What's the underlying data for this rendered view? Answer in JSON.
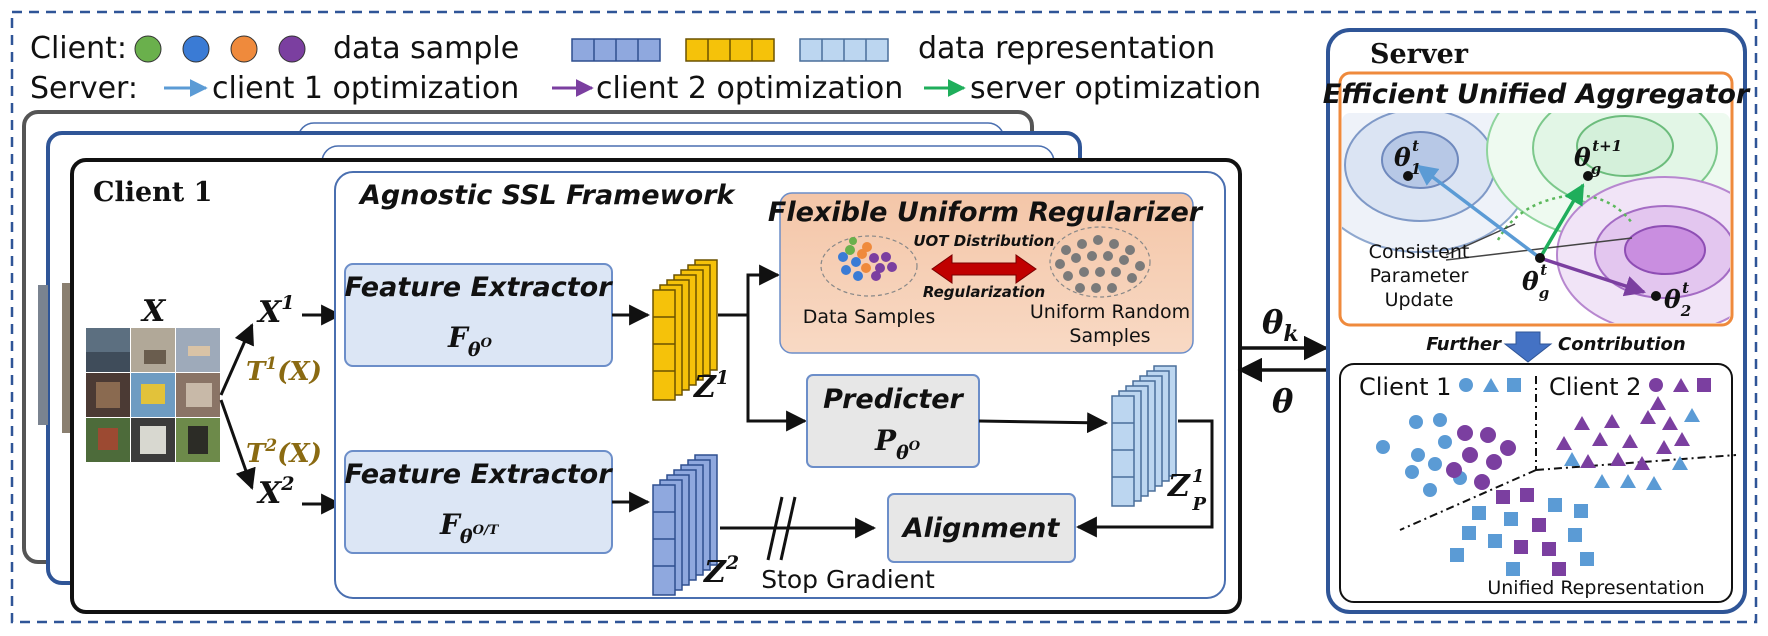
{
  "legend": {
    "client_label": "Client:",
    "sample_text": "data sample",
    "representation_text": "data representation",
    "server_label": "Server:",
    "opt1_text": "client 1 optimization",
    "opt2_text": "client 2 optimization",
    "opt3_text": "server optimization",
    "sample_colors": [
      "#6ab04c",
      "#3a7bd5",
      "#ef8a3c",
      "#7b3fa0"
    ],
    "rep_colors": [
      "#8fa8de",
      "#f5c20a",
      "#bcd6f0"
    ],
    "arrow_colors": [
      "#5b9bd5",
      "#7b3fa0",
      "#1fae5b"
    ]
  },
  "client": {
    "title": "Client 1",
    "x_label": "X",
    "x1_label": "X",
    "x1_sup": "1",
    "x2_label": "X",
    "x2_sup": "2",
    "t1_text": "T",
    "t1_sup": "1",
    "t1_arg": "(X)",
    "t2_text": "T",
    "t2_sup": "2",
    "t2_arg": "(X)",
    "framework_title": "Agnostic SSL Framework",
    "fe1_title": "Feature Extractor",
    "fe1_formula": "F",
    "fe1_sub": "θ",
    "fe1_subsup": "O",
    "fe2_title": "Feature Extractor",
    "fe2_formula": "F",
    "fe2_sub": "θ",
    "fe2_subsup": "O/T",
    "z1_label": "Z",
    "z1_sup": "1",
    "z2_label": "Z",
    "z2_sup": "2",
    "zp_label": "Z",
    "zp_sup": "1",
    "zp_sub": "P",
    "predicter_title": "Predicter",
    "predicter_formula": "P",
    "predicter_sub": "θ",
    "predicter_subsup": "O",
    "alignment_title": "Alignment",
    "stop_gradient": "Stop Gradient",
    "regularizer_title": "Flexible Uniform Regularizer",
    "uot_text": "UOT Distribution",
    "regularization_text": "Regularization",
    "data_samples_text": "Data Samples",
    "uniform_line1": "Uniform Random",
    "uniform_line2": "Samples"
  },
  "comm": {
    "theta_k": "θ",
    "theta_k_sub": "k",
    "theta": "θ"
  },
  "server": {
    "title": "Server",
    "aggregator_title": "Efficient Unified Aggregator",
    "theta1": "θ",
    "theta1_sub": "1",
    "theta1_sup": "t",
    "thetag_next": "θ",
    "thetag_next_sub": "g",
    "thetag_next_sup": "t+1",
    "thetag": "θ",
    "thetag_sub": "g",
    "thetag_sup": "t",
    "theta2": "θ",
    "theta2_sub": "2",
    "theta2_sup": "t",
    "consistent_line1": "Consistent",
    "consistent_line2": "Parameter",
    "consistent_line3": "Update",
    "further_text": "Further",
    "contribution_text": "Contribution",
    "client1_text": "Client 1",
    "client2_text": "Client 2",
    "unified_text": "Unified Representation"
  }
}
